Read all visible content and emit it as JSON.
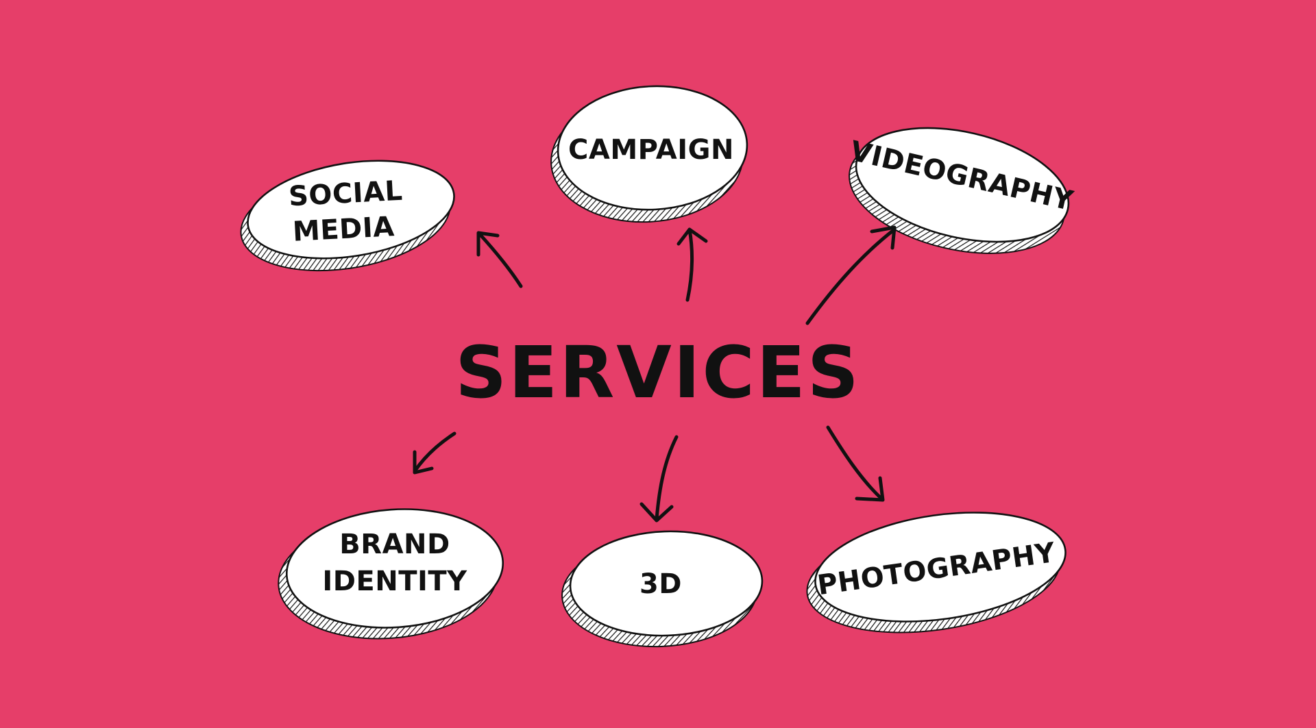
{
  "background_color": "#e63e69",
  "center": {
    "title": "SERVICES"
  },
  "nodes": {
    "social_media": {
      "lines": [
        "SOCIAL",
        "MEDIA"
      ]
    },
    "campaign": {
      "lines": [
        "CAMPAIGN"
      ]
    },
    "videography": {
      "lines": [
        "VIDEOGRAPHY"
      ]
    },
    "brand_identity": {
      "lines": [
        "BRAND",
        "IDENTITY"
      ]
    },
    "three_d": {
      "lines": [
        "3D"
      ]
    },
    "photography": {
      "lines": [
        "PHOTOGRAPHY"
      ]
    }
  }
}
